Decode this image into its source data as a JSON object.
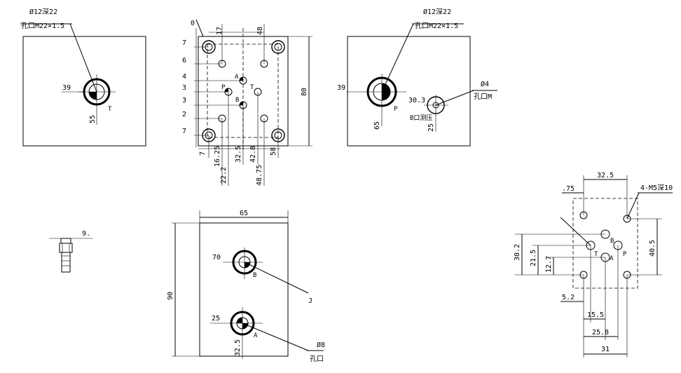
{
  "view_left": {
    "hole_spec": "Ø12深22",
    "thread_spec": "孔口M22×1.5",
    "dim_39": "39",
    "dim_55": "55",
    "port_T": "T"
  },
  "view_center": {
    "dims_left": [
      "7",
      "6",
      "4",
      "3",
      "3",
      "2",
      "7"
    ],
    "dim_0": "0",
    "dim_7_bottom": "7",
    "dim_17": "17",
    "dim_48": "48",
    "dim_80": "80",
    "dims_bottom": [
      "16.25",
      "22.2",
      "32.5",
      "42.8",
      "48.75",
      "58"
    ],
    "ports": {
      "A": "A",
      "P": "P",
      "T": "T",
      "B": "B"
    }
  },
  "view_right": {
    "hole_spec": "Ø12深22",
    "thread_spec": "孔口M22×1.5",
    "dim_39": "39",
    "dim_65": "65",
    "port_P": "P",
    "dim_30_3": "30.3",
    "gauge_label": "B口测压",
    "dim_25": "25",
    "small_hole": "Ø4",
    "small_hole_2": "孔口M"
  },
  "view_bolt": {
    "dim": "9."
  },
  "view_bottom": {
    "width": "65",
    "height": "90",
    "dim_70": "70",
    "dim_25": "25",
    "dim_32_5": "32.5",
    "port_B": "B",
    "port_A": "A",
    "leader_label_top": "J",
    "hole_spec": "Ø8",
    "hole_spec_2": "孔口"
  },
  "view_pattern": {
    "dim_32_5": "32.5",
    "dim_75": ".75",
    "thread": "4-M5深10",
    "dim_30_2": "30.2",
    "dim_21_5": "21.5",
    "dim_12_7": "12.7",
    "dim_40_5": "40.5",
    "dim_5_2": "5.2",
    "dim_15_5": "15.5",
    "dim_25_8": "25.8",
    "dim_31": "31",
    "ports": {
      "B": "B",
      "P": "P",
      "T": "T",
      "A": "A"
    }
  }
}
